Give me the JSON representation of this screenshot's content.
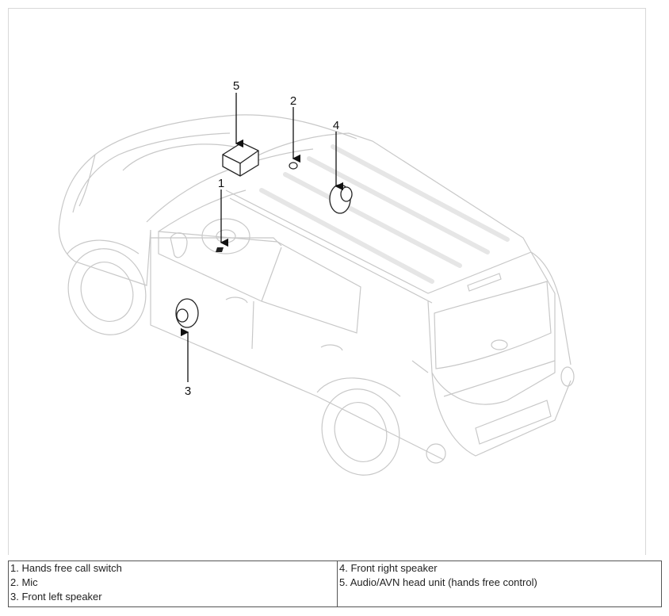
{
  "callouts": {
    "c1": "1",
    "c2": "2",
    "c3": "3",
    "c4": "4",
    "c5": "5"
  },
  "legend": {
    "left": [
      "1. Hands free call switch",
      "2. Mic",
      "3. Front left speaker"
    ],
    "right": [
      "4. Front right speaker",
      "5. Audio/AVN head unit (hands free control)"
    ]
  },
  "colors": {
    "car_outline": "#c8c8c8",
    "component": "#222222",
    "leader": "#111111"
  }
}
